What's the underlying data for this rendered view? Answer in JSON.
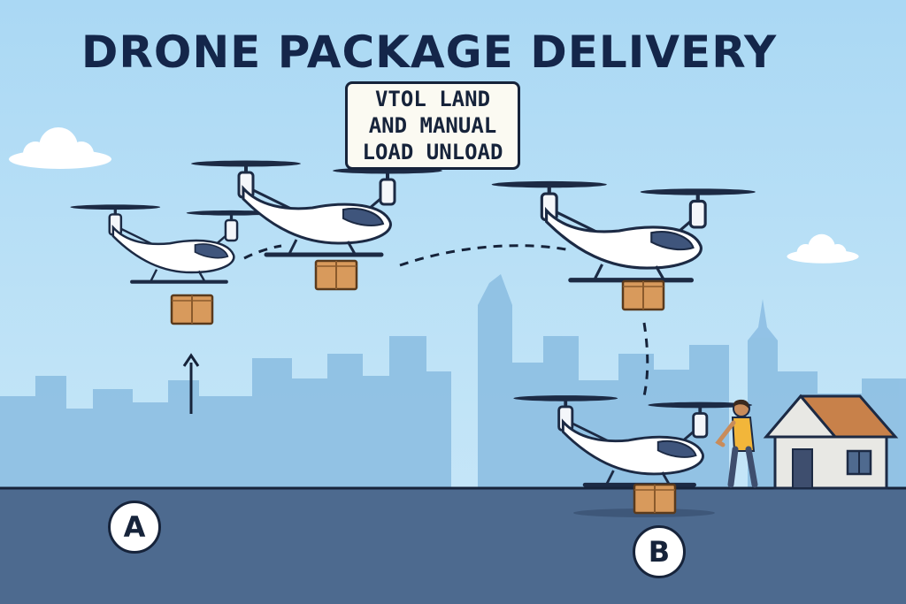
{
  "title": "DRONE PACKAGE DELIVERY",
  "callout": "VTOL LAND\nAND MANUAL\nLOAD UNLOAD",
  "points": {
    "a": "A",
    "b": "B"
  },
  "colors": {
    "sky": "#b8ddf5",
    "ground": "#4d6a8f",
    "skyline": "#8dbfe3",
    "title": "#14264a",
    "package": "#d89a5c",
    "drone_body": "#ffffff",
    "drone_window": "#3f557c",
    "house_roof": "#c8814a",
    "person_shirt": "#f2b63a"
  },
  "icons": [
    "cloud-icon",
    "drone-icon",
    "package-icon",
    "person-icon",
    "house-icon",
    "up-arrow-icon"
  ]
}
